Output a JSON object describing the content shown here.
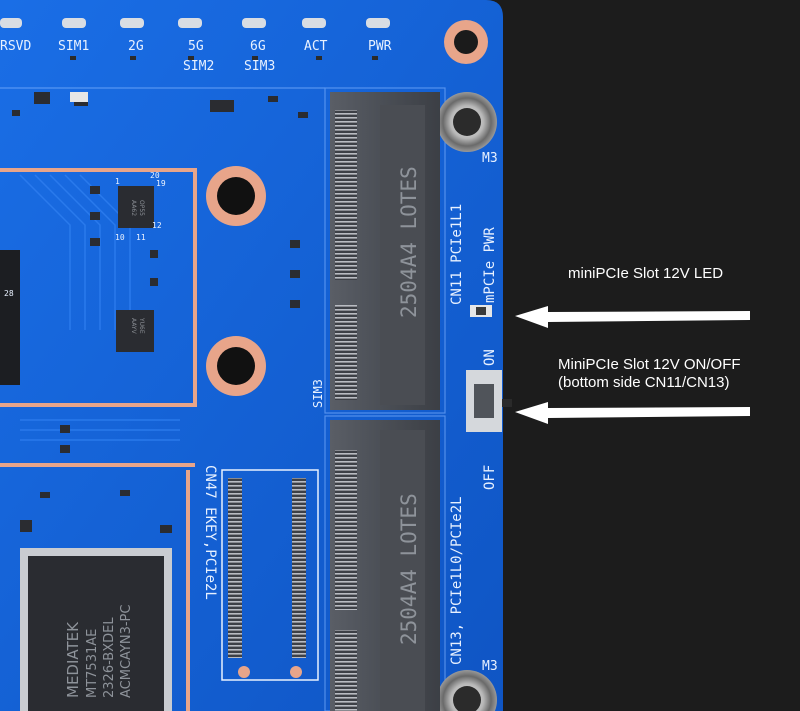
{
  "leds": {
    "rsvd": "RSVD",
    "sim1": "SIM1",
    "g2": "2G",
    "g5": "5G",
    "g5b": "SIM2",
    "g6": "6G",
    "g6b": "SIM3",
    "act": "ACT",
    "pwr": "PWR"
  },
  "slot_top": {
    "brand": "2504A4 LOTES",
    "label": "CN11  PCIe1L1",
    "led_label": "mPCIe PWR"
  },
  "slot_bottom": {
    "brand": "2504A4 LOTES",
    "label": "CN13, PCIe1L0/PCIe2L"
  },
  "switch": {
    "on": "ON",
    "off": "OFF"
  },
  "mounts": {
    "top": "M3",
    "bottom": "M3"
  },
  "sim3": "SIM3",
  "cn47": "CN47 EKEY,PCIe2L",
  "small_chip": {
    "line1": "YU6E",
    "line2": "AAYV"
  },
  "mid_chip": {
    "line1": "OP55",
    "line2": "AA62"
  },
  "pin_nums": {
    "a": "1",
    "b": "20",
    "c": "19",
    "d": "10",
    "e": "11",
    "f": "12"
  },
  "mediatek": {
    "line1": "MEDIATEK",
    "line2": "MT7531AE",
    "line3": "2326-BXDEL",
    "line4": "ACMCAYN3-PC"
  },
  "annotations": {
    "led": "miniPCIe Slot 12V LED",
    "switch_line1": "MiniPCIe Slot 12V ON/OFF",
    "switch_line2": "(bottom side CN11/CN13)"
  },
  "colors": {
    "pcb": "#1560d6",
    "background": "#1c1c1c",
    "copper": "#e8a58a",
    "arrow": "#ffffff"
  }
}
